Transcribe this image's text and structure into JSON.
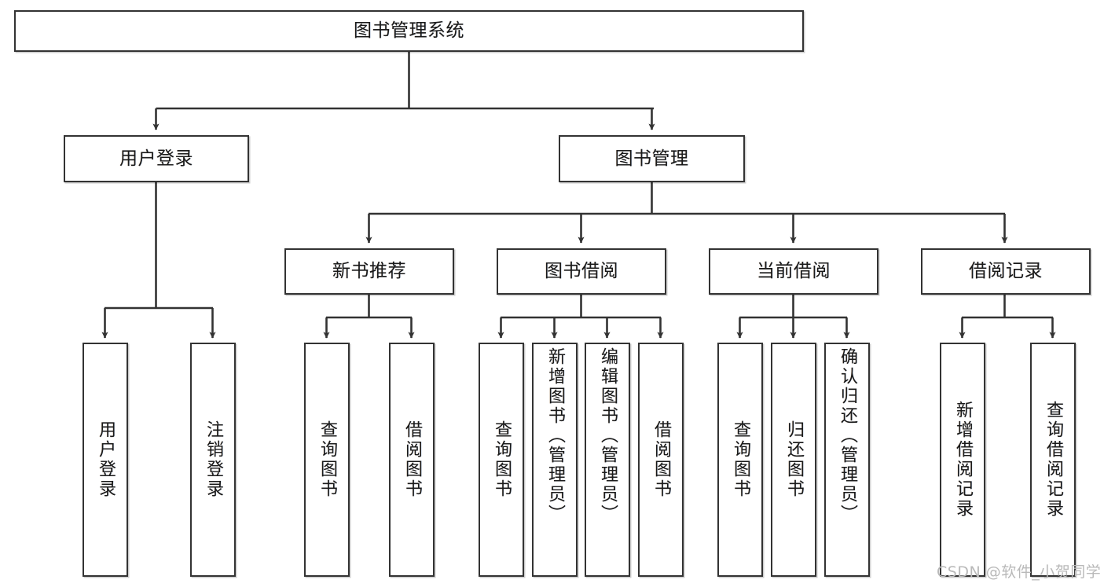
{
  "diagram": {
    "title": "图书管理系统",
    "type": "tree-hierarchy",
    "root": {
      "id": "root",
      "label": "图书管理系统"
    },
    "level2": [
      {
        "id": "user-login",
        "label": "用户登录"
      },
      {
        "id": "book-manage",
        "label": "图书管理"
      }
    ],
    "level3": [
      {
        "id": "new-book-recommend",
        "label": "新书推荐",
        "parent": "book-manage"
      },
      {
        "id": "book-borrow",
        "label": "图书借阅",
        "parent": "book-manage"
      },
      {
        "id": "current-borrow",
        "label": "当前借阅",
        "parent": "book-manage"
      },
      {
        "id": "borrow-record",
        "label": "借阅记录",
        "parent": "book-manage"
      }
    ],
    "leaves": [
      {
        "id": "leaf-user-login",
        "label": "用户登录",
        "parent": "user-login",
        "align": "centered"
      },
      {
        "id": "leaf-user-logout",
        "label": "注销登录",
        "parent": "user-login",
        "align": "centered"
      },
      {
        "id": "leaf-query-book-1",
        "label": "查询图书",
        "parent": "new-book-recommend",
        "align": "centered"
      },
      {
        "id": "leaf-borrow-book-1",
        "label": "借阅图书",
        "parent": "new-book-recommend",
        "align": "centered"
      },
      {
        "id": "leaf-query-book-2",
        "label": "查询图书",
        "parent": "book-borrow",
        "align": "centered"
      },
      {
        "id": "leaf-add-book",
        "label": "新增图书（管理员）",
        "parent": "book-borrow",
        "align": "top"
      },
      {
        "id": "leaf-edit-book",
        "label": "编辑图书（管理员）",
        "parent": "book-borrow",
        "align": "top"
      },
      {
        "id": "leaf-borrow-book-2",
        "label": "借阅图书",
        "parent": "book-borrow",
        "align": "centered"
      },
      {
        "id": "leaf-query-book-3",
        "label": "查询图书",
        "parent": "current-borrow",
        "align": "centered"
      },
      {
        "id": "leaf-return-book",
        "label": "归还图书",
        "parent": "current-borrow",
        "align": "centered"
      },
      {
        "id": "leaf-confirm-return",
        "label": "确认归还（管理员）",
        "parent": "current-borrow",
        "align": "top"
      },
      {
        "id": "leaf-add-record",
        "label": "新增借阅记录",
        "parent": "borrow-record",
        "align": "centered"
      },
      {
        "id": "leaf-query-record",
        "label": "查询借阅记录",
        "parent": "borrow-record",
        "align": "centered"
      }
    ]
  },
  "watermark": {
    "text": "CSDN @软件_小贺同学"
  },
  "colors": {
    "box_border": "#333333",
    "background": "#ffffff",
    "text": "#1a1a1a",
    "edge": "#333333",
    "watermark": "#b9b9b9"
  }
}
